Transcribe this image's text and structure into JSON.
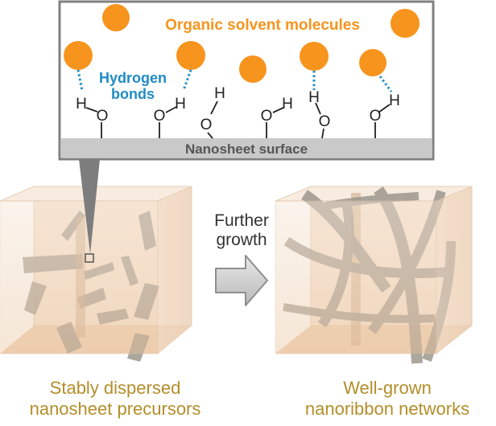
{
  "inset": {
    "solvent_label": "Organic solvent molecules",
    "hbond_label_line1": "Hydrogen",
    "hbond_label_line2": "bonds",
    "surface_label": "Nanosheet surface",
    "atom_h": "H",
    "atom_o": "O"
  },
  "transition": {
    "line1": "Further",
    "line2": "growth"
  },
  "left_cube": {
    "caption_line1": "Stably dispersed",
    "caption_line2": "nanosheet precursors"
  },
  "right_cube": {
    "caption_line1": "Well-grown",
    "caption_line2": "nanoribbon networks"
  },
  "colors": {
    "solvent": "#f7941d",
    "hbond": "#1f8bc4",
    "surface": "#c9c9c9",
    "caption": "#b38e2a",
    "cube_fill": "#f3dcc6",
    "ribbon": "#9d978e"
  }
}
